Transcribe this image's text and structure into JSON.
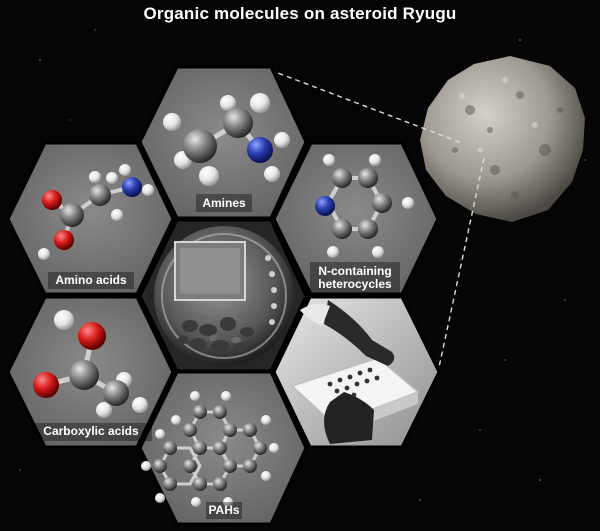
{
  "title": "Organic molecules on asteroid Ryugu",
  "hexagons": [
    {
      "label": "Amines"
    },
    {
      "label": "Amino acids"
    },
    {
      "label": "N-containing heterocycles"
    },
    {
      "label": "Carboxylic acids"
    },
    {
      "label": "PAHs"
    }
  ],
  "label_lines": {
    "heterocycles_1": "N-containing",
    "heterocycles_2": "heterocycles"
  },
  "colors": {
    "background": "#050505",
    "hex_fill": "#6f6f6f",
    "carbon": "#8a8a8a",
    "hydrogen": "#f2f2f2",
    "oxygen": "#d81c1c",
    "nitrogen": "#2a3fb0"
  }
}
